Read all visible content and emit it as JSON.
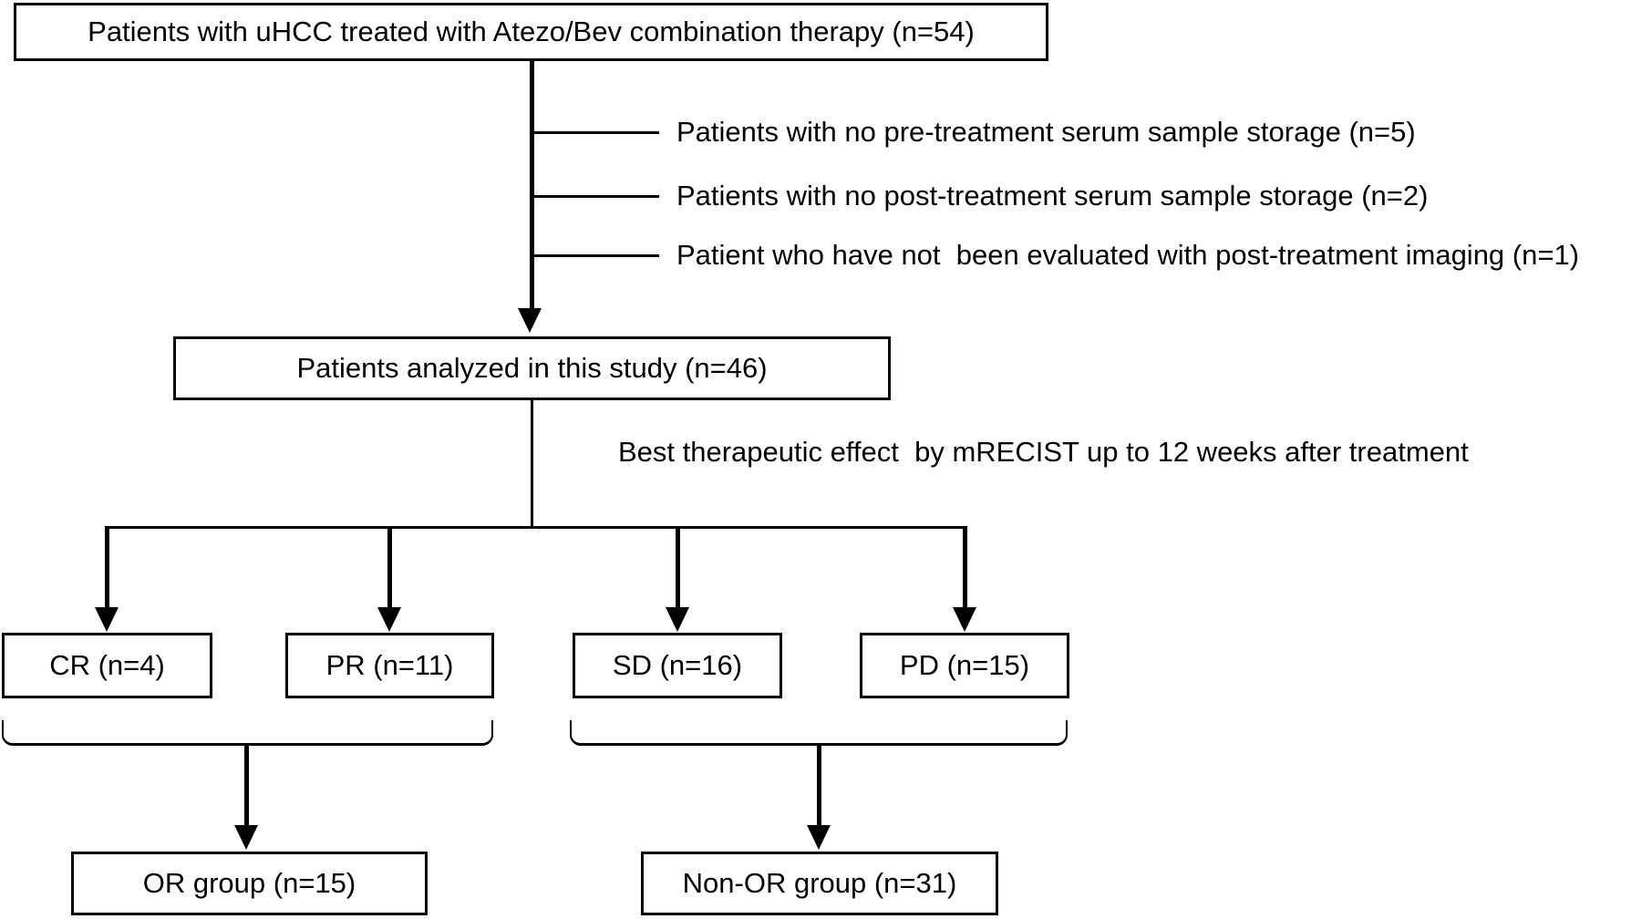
{
  "figure": {
    "type": "patient-flow-diagram",
    "colors": {
      "ink": "#000000",
      "background": "#ffffff"
    },
    "top_box": {
      "label": "Patients with uHCC treated with Atezo/Bev combination therapy (n=54)"
    },
    "exclusions": [
      {
        "label": "Patients with no pre-treatment serum sample storage (n=5)"
      },
      {
        "label": "Patients with no post-treatment serum sample storage (n=2)"
      },
      {
        "label": "Patient who have not  been evaluated with post-treatment imaging (n=1)"
      }
    ],
    "analyzed_box": {
      "label": "Patients analyzed in this study (n=46)"
    },
    "branch_caption": "Best therapeutic effect  by mRECIST up to 12 weeks after treatment",
    "outcome_boxes": [
      {
        "label": "CR (n=4)"
      },
      {
        "label": "PR (n=11)"
      },
      {
        "label": "SD (n=16)"
      },
      {
        "label": "PD (n=15)"
      }
    ],
    "group_boxes": [
      {
        "label": "OR group (n=15)"
      },
      {
        "label": "Non-OR group (n=31)"
      }
    ]
  }
}
